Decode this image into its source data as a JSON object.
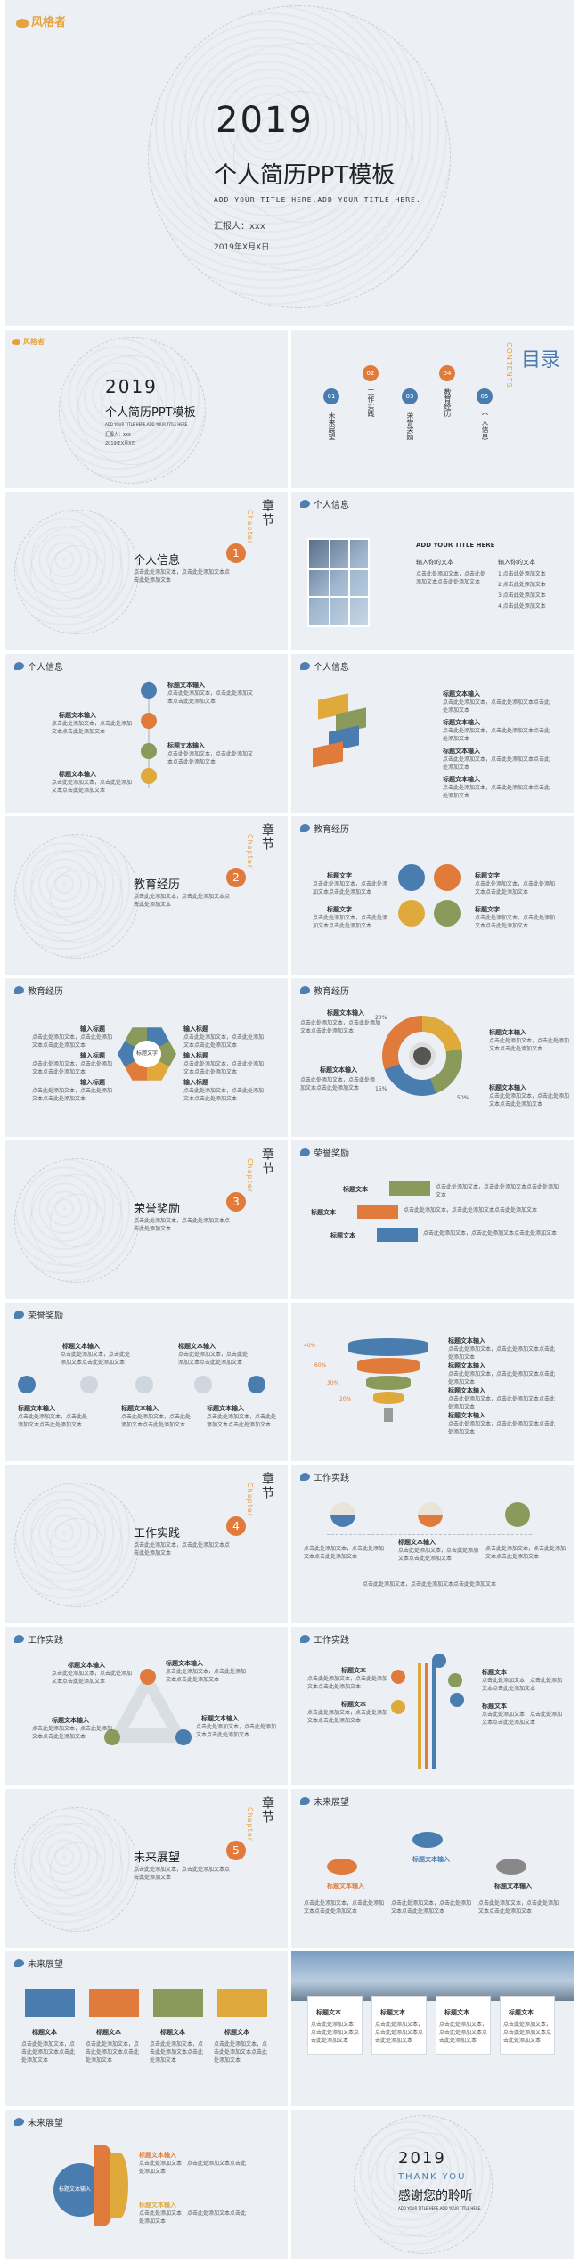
{
  "logo": {
    "text": "风格者"
  },
  "cover": {
    "year": "2019",
    "title": "个人简历PPT模板",
    "subtitle": "ADD YOUR TITLE HERE.ADD YOUR TITLE HERE.",
    "reporter": "汇报人：xxx",
    "date": "2019年X月X日"
  },
  "cover_small": {
    "year": "2019",
    "title": "个人简历PPT模板",
    "subtitle": "ADD YOUR TITLE HERE.ADD YOUR TITLE HERE.",
    "reporter": "汇报人：xxx",
    "date": "2019年X月X日"
  },
  "toc": {
    "title": "目录",
    "title_en": "CONTENTS",
    "items": [
      {
        "num": "01",
        "label": "未来展望"
      },
      {
        "num": "02",
        "label": "工作实践"
      },
      {
        "num": "03",
        "label": "荣誉奖励"
      },
      {
        "num": "04",
        "label": "教育经历"
      },
      {
        "num": "05",
        "label": "个人信息"
      }
    ]
  },
  "chapter_zh": "章节",
  "chapter_en": "Chapter",
  "chapters": [
    {
      "num": "1",
      "title": "个人信息"
    },
    {
      "num": "2",
      "title": "教育经历"
    },
    {
      "num": "3",
      "title": "荣誉奖励"
    },
    {
      "num": "4",
      "title": "工作实践"
    },
    {
      "num": "5",
      "title": "未来展望"
    }
  ],
  "filler_text": "点击此处添加文本，点击此处添加文本点击此处添加文本",
  "filler_short": "点击此处添加文本",
  "sections": {
    "s1": "个人信息",
    "s2": "教育经历",
    "s3": "荣誉奖励",
    "s4": "工作实践",
    "s5": "未来展望"
  },
  "info_slide": {
    "heading": "ADD YOUR TITLE HERE",
    "col1": "输入你的文本",
    "col2": "输入你的文本",
    "items": [
      "1.点击此处添加文本",
      "2.点击此处添加文本",
      "3.点击此处添加文本",
      "4.点击此处添加文本"
    ]
  },
  "labels": {
    "title_text": "标题文本",
    "title_text_input": "标题文本输入",
    "input_title": "输入标题",
    "title_word": "标题文字",
    "title_input": "标题文本输入"
  },
  "hexagon_center": "标题文字",
  "funnel_pcts": [
    "40%",
    "60%",
    "30%",
    "20%"
  ],
  "ring_pcts": [
    "20%",
    "15%",
    "50%"
  ],
  "future_boxes": [
    "标题文本",
    "标题文本",
    "标题文本",
    "标题文本"
  ],
  "thanks": {
    "year": "2019",
    "en": "THANK YOU",
    "zh": "感谢您的聆听",
    "sub": "ADD YOUR TITLE HERE.ADD YOUR TITLE HERE."
  },
  "colors": {
    "blue": "#4a7daf",
    "orange": "#e07b3c",
    "green": "#8a9a5b",
    "gold": "#e0a93c",
    "bg": "#ecf0f4"
  }
}
